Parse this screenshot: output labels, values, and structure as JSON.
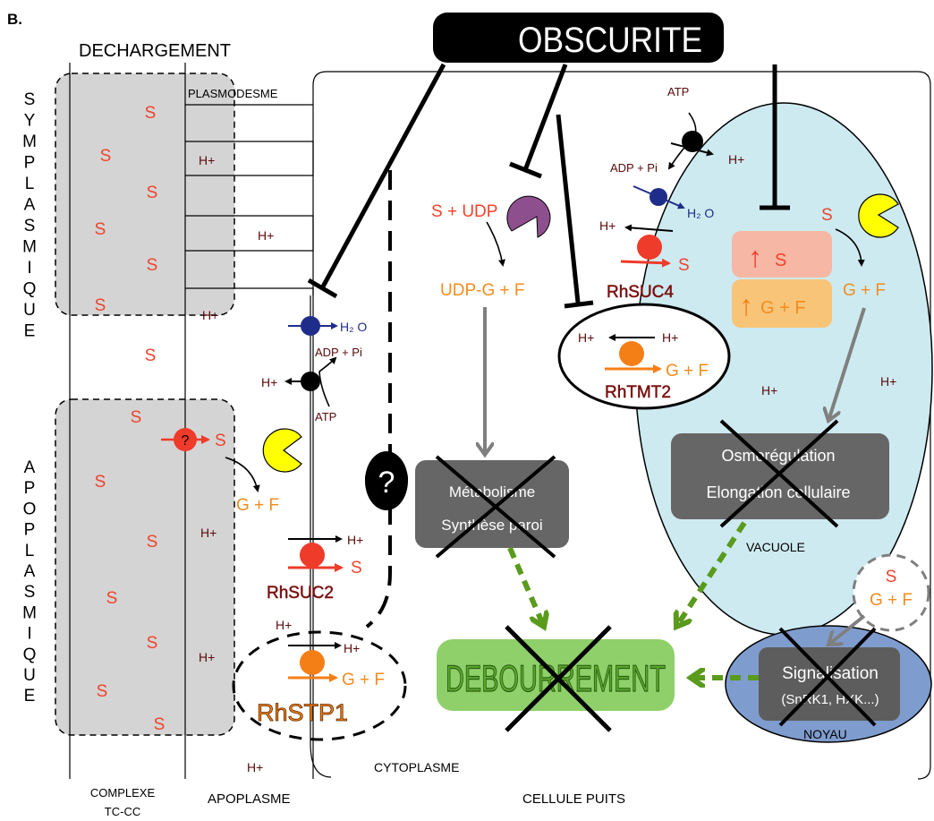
{
  "panel_label": "B.",
  "header": {
    "dechargement": "DECHARGEMENT",
    "obscurite": "OBSCURITE"
  },
  "side_labels": {
    "symplasmique": [
      "S",
      "Y",
      "M",
      "P",
      "L",
      "A",
      "S",
      "M",
      "I",
      "Q",
      "U",
      "E"
    ],
    "apoplasmique": [
      "A",
      "P",
      "O",
      "P",
      "L",
      "A",
      "S",
      "M",
      "I",
      "Q",
      "U",
      "E"
    ]
  },
  "compartments": {
    "plasmodesme": "PLASMODESME",
    "cytoplasme": "CYTOPLASME",
    "vacuole": "VACUOLE",
    "noyau": "NOYAU"
  },
  "bottom_labels": {
    "complexe_line1": "COMPLEXE",
    "complexe_line2": "TC-CC",
    "apoplasme": "APOPLASME",
    "cellule_puits": "CELLULE PUITS"
  },
  "species": {
    "s": "S",
    "h": "H+",
    "gf": "G + F",
    "s_udp": "S + UDP",
    "udp_gf": "UDP-G + F",
    "atp": "ATP",
    "adp_pi": "ADP + Pi",
    "h2o": "H₂ O",
    "question": "?"
  },
  "transporters": {
    "rhsuc2": "RhSUC2",
    "rhstp1": "RhSTP1",
    "rhsuc4": "RhSUC4",
    "rhtmt2": "RhTMT2"
  },
  "processes": {
    "metab_line1": "Métabolisme",
    "metab_line2": "Synthèse paroi",
    "osmo_line1": "Osmorégulation",
    "osmo_line2": "Elongation cellulaire",
    "debourrement": "DEBOURREMENT",
    "signal_line1": "Signalisation",
    "signal_line2": "(SnRK1, HXK...)"
  },
  "colors": {
    "sucrose_red": "#f0432c",
    "hexose_orange": "#f28c1e",
    "transporter_red": "#ef3b2a",
    "transporter_orange": "#f57f17",
    "invertase_yellow": "#ffff00",
    "udp_purple": "#8e4f8e",
    "water_blue": "#1f2d8a",
    "label_darkred": "#7a1010",
    "phloem_gray": "#d4d4d4",
    "vacuole_blue": "#cdeaf0",
    "nucleus_blue": "#7f9cce",
    "process_gray": "#666666",
    "debourrement_green": "#8fd06a",
    "arrow_green": "#5a9a1c",
    "up_s_pink": "#f6b7a4",
    "up_gf_orange": "#f8c478"
  }
}
